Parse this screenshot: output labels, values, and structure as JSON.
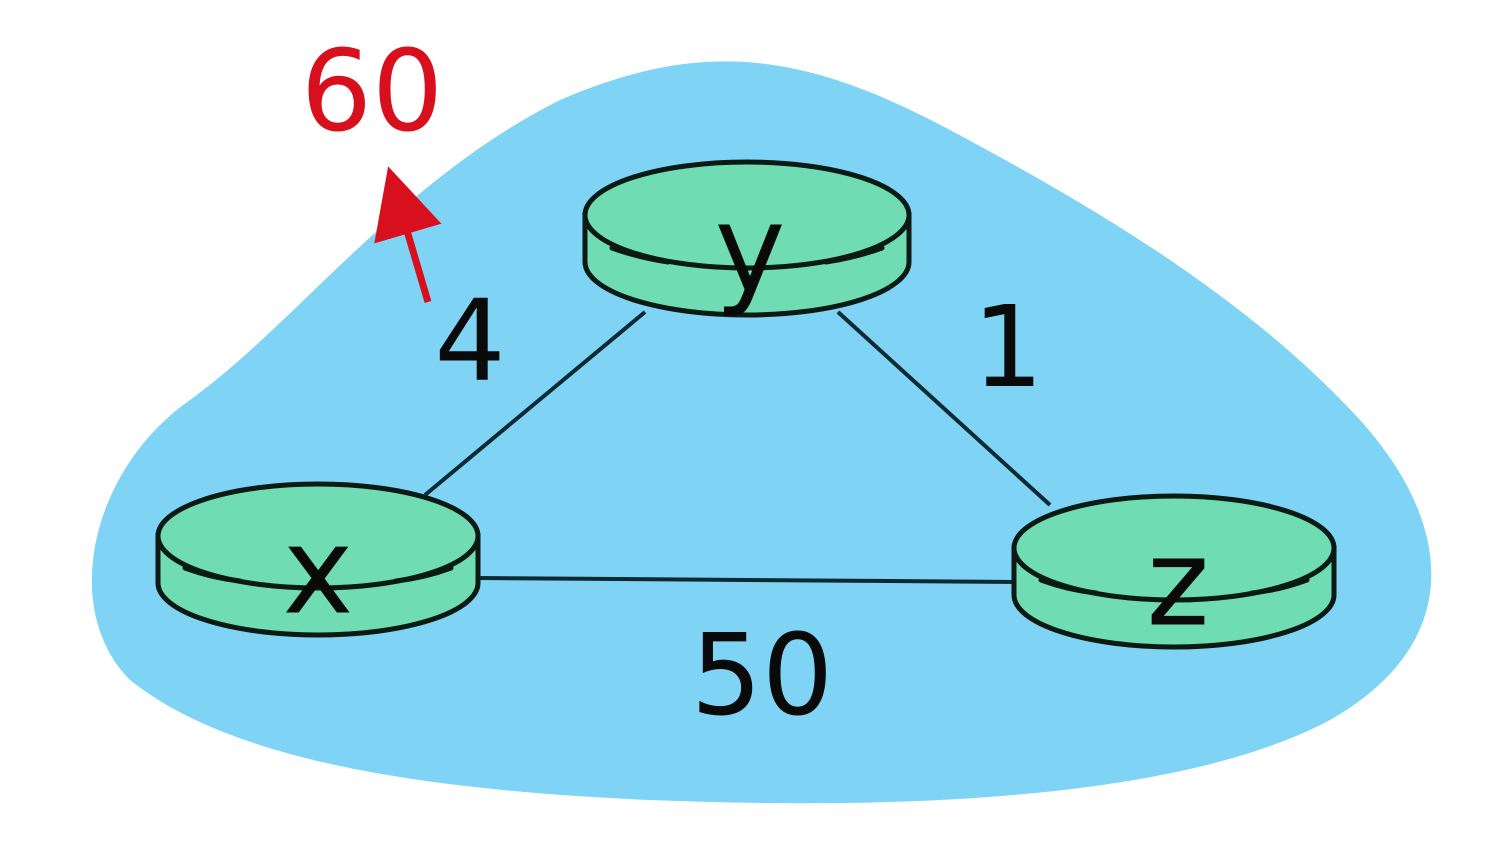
{
  "network": {
    "colors": {
      "cloud": "#7fd3f4",
      "router": "#6fdcb4",
      "outline": "#0c1a14",
      "change": "#d8101e"
    },
    "routers": {
      "x": {
        "label": "x"
      },
      "y": {
        "label": "y"
      },
      "z": {
        "label": "z"
      }
    },
    "links": {
      "x_y": {
        "endpoints": [
          "x",
          "y"
        ],
        "cost": "4"
      },
      "y_z": {
        "endpoints": [
          "y",
          "z"
        ],
        "cost": "1"
      },
      "x_z": {
        "endpoints": [
          "x",
          "z"
        ],
        "cost": "50"
      }
    },
    "cost_change": {
      "link": "x_y",
      "new_cost": "60"
    }
  }
}
